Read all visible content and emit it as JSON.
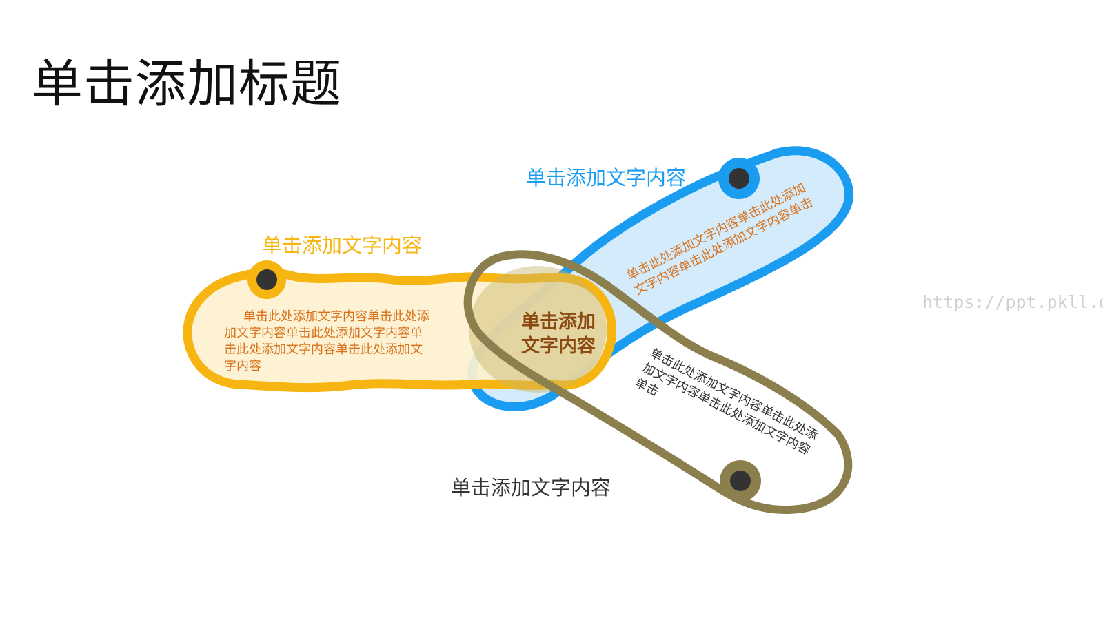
{
  "title": "单击添加标题",
  "watermark": "https://ppt.pkll.de",
  "colors": {
    "yellow": "#f7b512",
    "yellow_fill": "#fdf1d0",
    "blue": "#1a9df0",
    "blue_fill": "#d4ebfb",
    "olive": "#8c7f4e",
    "dot": "#333333",
    "orange_text": "#d8721c",
    "brown_text": "#8a4a12",
    "dark_text": "#333333"
  },
  "yellow": {
    "label": "单击添加文字内容",
    "body": "单击此处添加文字内容单击此处添加文字内容单击此处添加文字内容单击此处添加文字内容单击此处添加文字内容"
  },
  "blue": {
    "label": "单击添加文字内容",
    "body": "单击此处添加文字内容单击此处添加文字内容单击此处添加文字内容单击"
  },
  "olive": {
    "label": "单击添加文字内容",
    "body": "单击此处添加文字内容单击此处添加文字内容单击此处添加文字内容单击"
  },
  "center": {
    "line1": "单击添加",
    "line2": "文字内容"
  }
}
